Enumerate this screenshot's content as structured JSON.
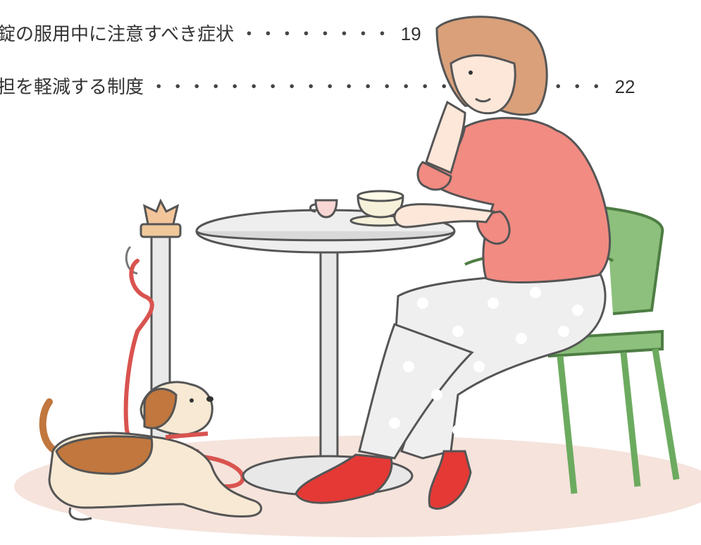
{
  "toc": [
    {
      "title": "錠の服用中に注意すべき症状",
      "leader": "・・・・・・・・",
      "page": "19"
    },
    {
      "title": "担を軽減する制度",
      "leader": "・・・・・・・・・・・・・・・・・・・・・・・・",
      "page": "22"
    }
  ],
  "illustration": {
    "scene": "cafe-woman-with-beagle",
    "colors": {
      "floor": "#f5e3dc",
      "blouse": "#f28b82",
      "chair": "#6cab5f",
      "table_top": "#e8e8e8",
      "shoes": "#e53935",
      "leash": "#d9534f",
      "dog_brown": "#c1773e",
      "hair": "#d9a07a"
    }
  }
}
